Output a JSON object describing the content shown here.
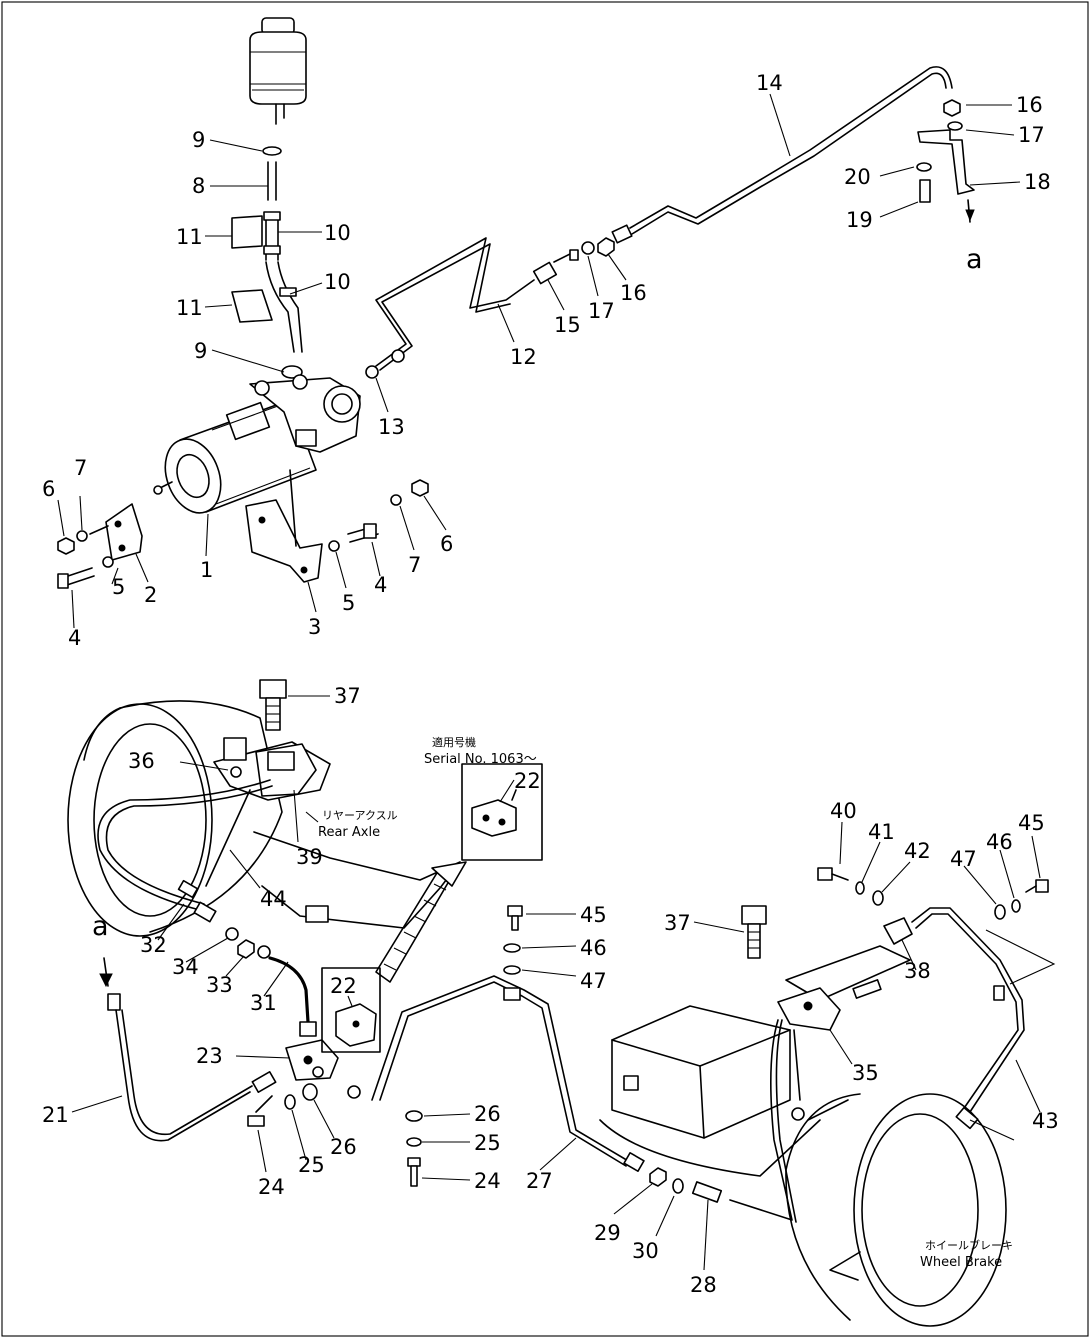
{
  "diagram": {
    "part_numbers": {
      "p1": "1",
      "p2": "2",
      "p3": "3",
      "p4a": "4",
      "p4b": "4",
      "p5a": "5",
      "p5b": "5",
      "p6a": "6",
      "p6b": "6",
      "p7a": "7",
      "p7b": "7",
      "p8": "8",
      "p9a": "9",
      "p9b": "9",
      "p10a": "10",
      "p10b": "10",
      "p11a": "11",
      "p11b": "11",
      "p12": "12",
      "p13": "13",
      "p14": "14",
      "p15": "15",
      "p16a": "16",
      "p16b": "16",
      "p17a": "17",
      "p17b": "17",
      "p18": "18",
      "p19": "19",
      "p20": "20",
      "p21": "21",
      "p22a": "22",
      "p22b": "22",
      "p23": "23",
      "p24a": "24",
      "p24b": "24",
      "p25a": "25",
      "p25b": "25",
      "p26a": "26",
      "p26b": "26",
      "p27": "27",
      "p28": "28",
      "p29": "29",
      "p30": "30",
      "p31": "31",
      "p32": "32",
      "p33": "33",
      "p34": "34",
      "p35": "35",
      "p36": "36",
      "p37a": "37",
      "p37b": "37",
      "p38": "38",
      "p39": "39",
      "p40": "40",
      "p41": "41",
      "p42": "42",
      "p43": "43",
      "p44": "44",
      "p45a": "45",
      "p45b": "45",
      "p46a": "46",
      "p46b": "46",
      "p47a": "47",
      "p47b": "47"
    },
    "ref_mark_top": "a",
    "ref_mark_bottom": "a",
    "serial_note_jp": "適用号機",
    "serial_note": "Serial No. 1063～",
    "rear_axle_jp": "リヤーアクスル",
    "rear_axle": "Rear Axle",
    "wheel_brake_jp": "ホイールブレーキ",
    "wheel_brake": "Wheel Brake"
  }
}
